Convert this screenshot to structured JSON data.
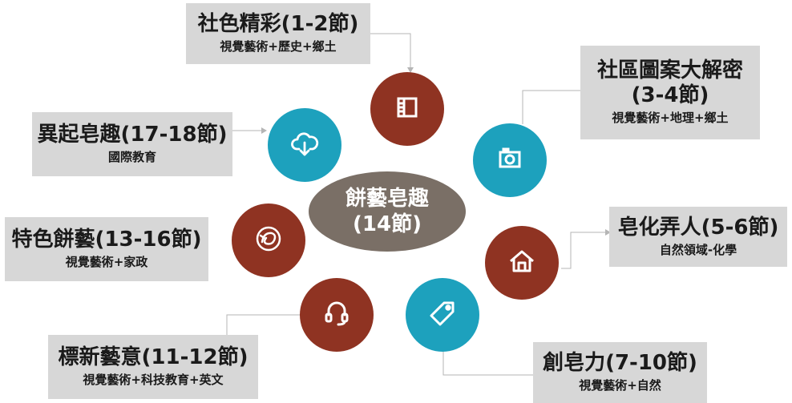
{
  "center": {
    "line1": "餅藝皂趣",
    "line2": "(14節)",
    "color": "#7a6f66"
  },
  "colors": {
    "dark_red": "#8f3322",
    "teal": "#1da1bd",
    "box_gray": "#d7d7d7"
  },
  "topics": [
    {
      "title": "社色精彩(1-2節)",
      "sub": "視覺藝術+歷史+鄉土",
      "icon": "film-strip-icon",
      "node_color": "#8f3322"
    },
    {
      "title_line1": "社區圖案大解密",
      "title_line2": "(3-4節)",
      "sub": "視覺藝術+地理+鄉土",
      "icon": "camera-icon",
      "node_color": "#1da1bd"
    },
    {
      "title": "皂化弄人(5-6節)",
      "sub": "自然領域-化學",
      "icon": "home-icon",
      "node_color": "#8f3322"
    },
    {
      "title": "創皂力(7-10節)",
      "sub": "視覺藝術+自然",
      "icon": "tag-icon",
      "node_color": "#1da1bd"
    },
    {
      "title": "標新藝意(11-12節)",
      "sub": "視覺藝術+科技教育+英文",
      "icon": "headset-icon",
      "node_color": "#8f3322"
    },
    {
      "title": "特色餅藝(13-16節)",
      "sub": "視覺藝術+家政",
      "icon": "swirl-icon",
      "node_color": "#8f3322"
    },
    {
      "title": "異起皂趣(17-18節)",
      "sub": "國際教育",
      "icon": "cloud-download-icon",
      "node_color": "#1da1bd"
    }
  ]
}
